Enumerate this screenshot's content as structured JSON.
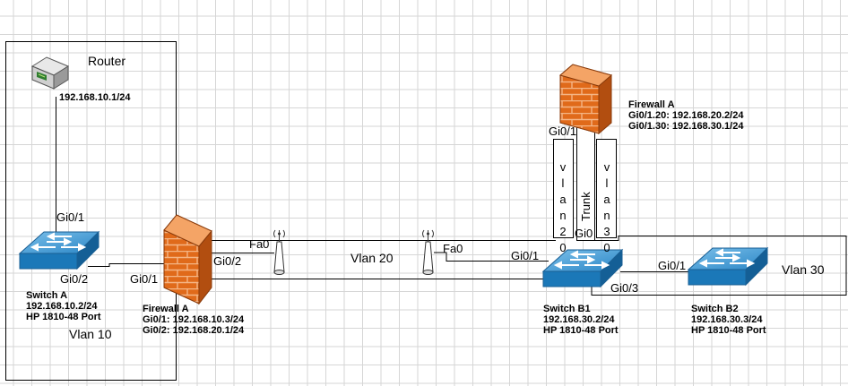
{
  "router": {
    "title": "Router",
    "ip": "192.168.10.1/24",
    "port": "Gi0/1"
  },
  "switch_a": {
    "name": "Switch A",
    "ip": "192.168.10.2/24",
    "model": "HP 1810-48 Port",
    "port_uplink": "Gi0/2",
    "vlan": "Vlan 10"
  },
  "firewall_left": {
    "port_left": "Gi0/1",
    "port_right": "Gi0/2",
    "name": "Firewall A",
    "line1": "Gi0/1: 192.168.10.3/24",
    "line2": "Gi0/2: 192.168.20.1/24"
  },
  "wireless": {
    "ap1_port": "Fa0",
    "ap2_port": "Fa0",
    "vlan": "Vlan 20"
  },
  "firewall_top": {
    "name": "Firewall A",
    "line1": "Gi0/1.20: 192.168.20.2/24",
    "line2": "Gi0/1.30: 192.168.30.1/24",
    "port": "Gi0/1"
  },
  "links": {
    "vlan20_box": "vlan20",
    "trunk": "Trunk",
    "vlan30_box": "vlan30"
  },
  "switch_b1": {
    "name": "Switch B1",
    "ip": "192.168.30.2/24",
    "model": "HP 1810-48 Port",
    "port_left": "Gi0/1",
    "port_top": "Gi0",
    "port_bottom": "Gi0/3"
  },
  "switch_b2": {
    "name": "Switch B2",
    "ip": "192.168.30.3/24",
    "model": "HP 1810-48 Port",
    "port": "Gi0/1",
    "vlan": "Vlan 30"
  },
  "colors": {
    "switch_top": "#4aa0d6",
    "switch_side": "#1b78b8",
    "firewall_brick": "#e06a1a",
    "firewall_mortar": "#f4b585",
    "line": "#000000",
    "grid": "#d6d6d6"
  }
}
